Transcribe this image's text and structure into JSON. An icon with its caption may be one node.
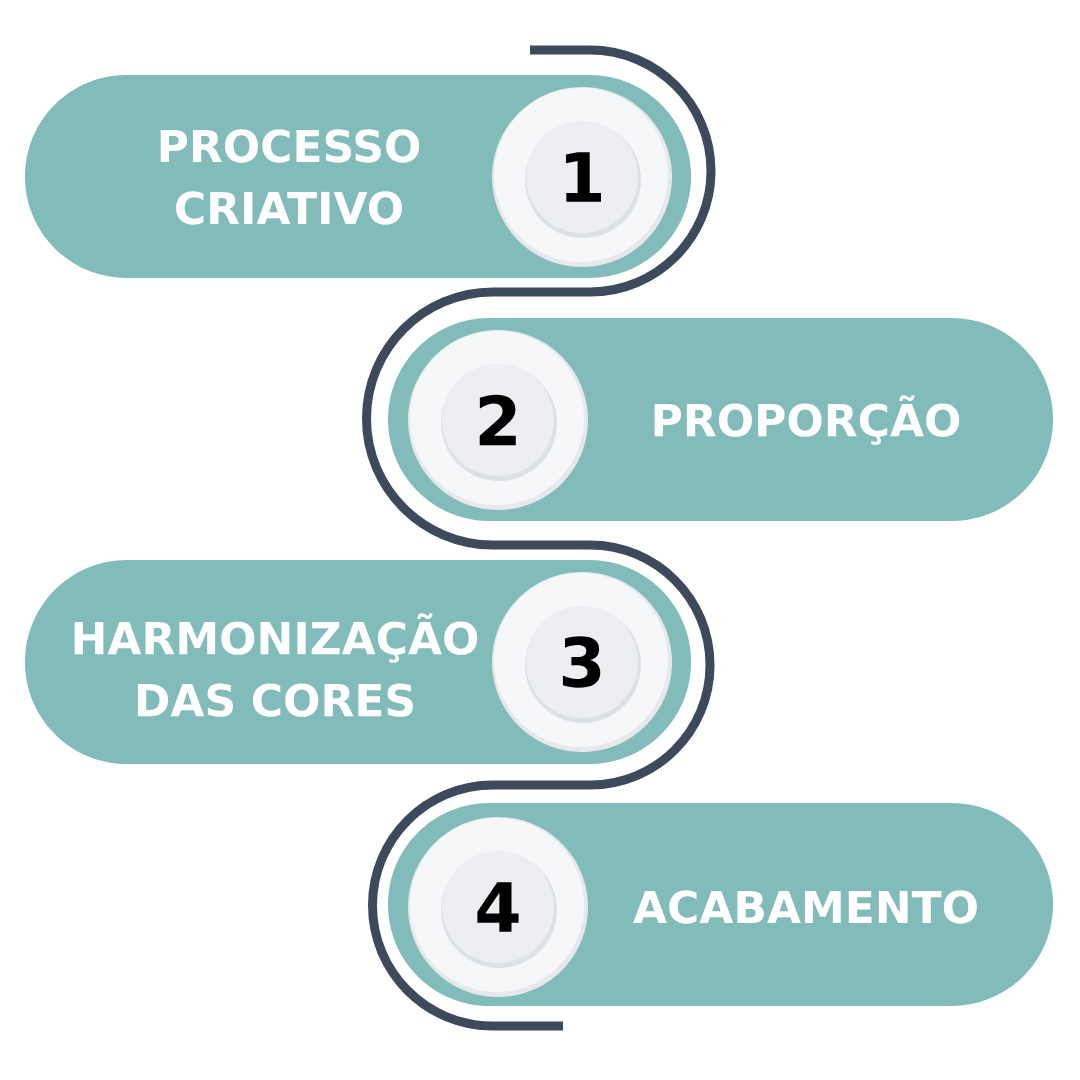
{
  "diagram": {
    "nodes": [
      {
        "text": [
          "PROCESSO CRIATIVO"
        ]
      },
      {
        "text": [
          "1"
        ],
        "in": 0
      },
      {
        "text": [
          "PROPORÇÃO"
        ]
      },
      {
        "text": [
          "2"
        ],
        "in": 2
      },
      {
        "text": [
          "HARMONIZAÇÃO DAS CORES"
        ]
      },
      {
        "text": [
          "3"
        ],
        "in": 4
      },
      {
        "text": [
          "ACABAMENTO"
        ]
      },
      {
        "text": [
          "4"
        ],
        "in": 6
      }
    ]
  }
}
